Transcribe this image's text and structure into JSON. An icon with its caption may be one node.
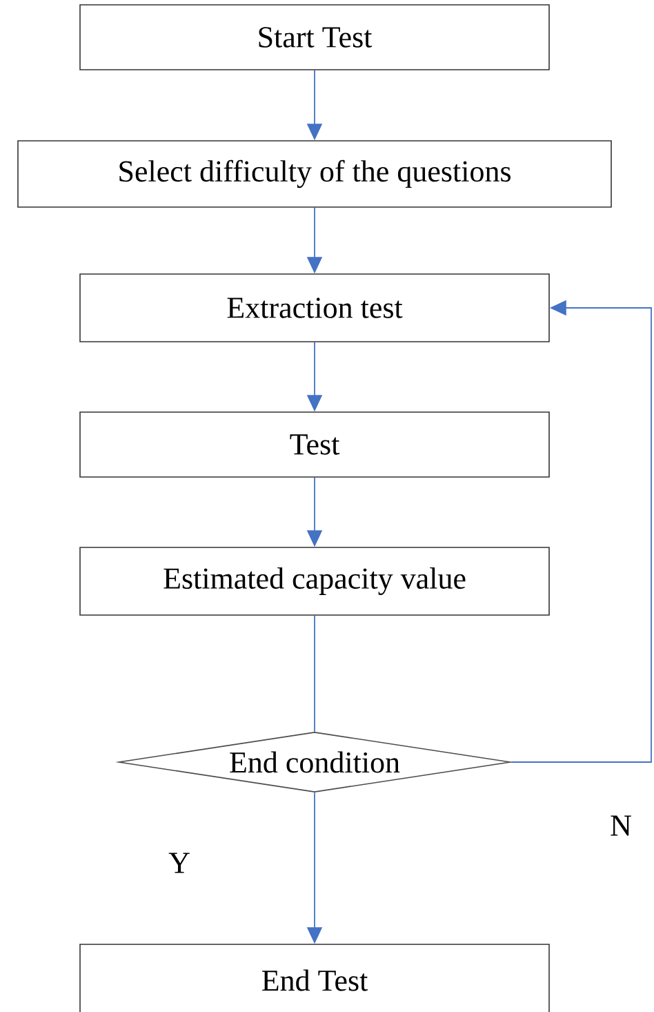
{
  "diagram": {
    "nodes": [
      {
        "text": [
          "Start Test"
        ]
      },
      {
        "text": [
          "Select difficulty of the questions"
        ]
      },
      {
        "text": [
          "Extraction test"
        ]
      },
      {
        "text": [
          "Test"
        ]
      },
      {
        "text": [
          "Estimated capacity value"
        ]
      },
      {
        "text": [
          "End condition"
        ]
      },
      {
        "text": [
          "End Test"
        ]
      }
    ],
    "edges": [
      {
        "from": 0,
        "to": 1,
        "arrow": "to"
      },
      {
        "from": 1,
        "to": 2,
        "arrow": "to"
      },
      {
        "from": 2,
        "to": 3,
        "arrow": "to"
      },
      {
        "from": 3,
        "to": 4,
        "arrow": "to"
      },
      {
        "from": 4,
        "to": 5,
        "arrow": "none"
      },
      {
        "from": 5,
        "to": 6,
        "arrow": "to",
        "label": "Y"
      },
      {
        "from": 5,
        "to": 2,
        "arrow": "to",
        "label": "N"
      }
    ]
  }
}
